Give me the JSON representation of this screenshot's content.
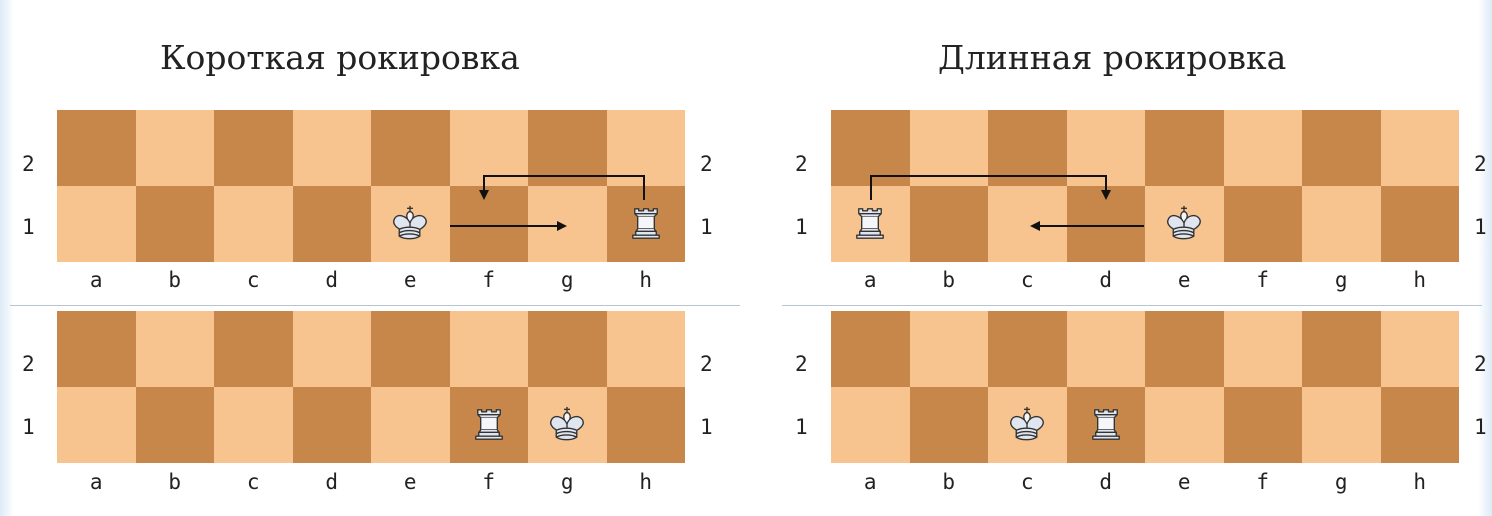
{
  "titles": {
    "short_castling": "Короткая рокировка",
    "long_castling": "Длинная рокировка"
  },
  "files": [
    "a",
    "b",
    "c",
    "d",
    "e",
    "f",
    "g",
    "h"
  ],
  "ranks": [
    "2",
    "1"
  ],
  "colors": {
    "light_square": "#f7c48f",
    "dark_square": "#c8874a",
    "arrow": "#111111"
  },
  "diagrams": {
    "short_before": {
      "pieces": [
        {
          "square": "e1",
          "piece": "white-king-icon"
        },
        {
          "square": "h1",
          "piece": "white-rook-icon"
        }
      ]
    },
    "short_after": {
      "pieces": [
        {
          "square": "f1",
          "piece": "white-rook-icon"
        },
        {
          "square": "g1",
          "piece": "white-king-icon"
        }
      ]
    },
    "long_before": {
      "pieces": [
        {
          "square": "a1",
          "piece": "white-rook-icon"
        },
        {
          "square": "e1",
          "piece": "white-king-icon"
        }
      ]
    },
    "long_after": {
      "pieces": [
        {
          "square": "c1",
          "piece": "white-king-icon"
        },
        {
          "square": "d1",
          "piece": "white-rook-icon"
        }
      ]
    }
  }
}
